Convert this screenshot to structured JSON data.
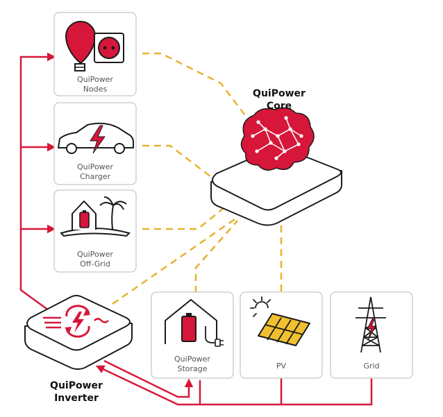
{
  "colors": {
    "accent_red": "#d6173a",
    "link_yellow": "#e6b22e",
    "card_border": "#c8c8c8",
    "device_outline": "#1a1a1a",
    "panel_gold": "#f0c030"
  },
  "core": {
    "line1": "QuiPower",
    "line2": "Core",
    "icon": "brain-circuit-icon"
  },
  "inverter": {
    "line1": "QuiPower",
    "line2": "Inverter",
    "icon": "power-cycle-icon"
  },
  "nodes": {
    "line1": "QuiPower",
    "line2": "Nodes",
    "icons": [
      "light-bulb-icon",
      "power-socket-icon"
    ]
  },
  "charger": {
    "line1": "QuiPower",
    "line2": "Charger",
    "icon": "electric-car-icon"
  },
  "offgrid": {
    "line1": "QuiPower",
    "line2": "Off-Grid",
    "icon": "island-house-icon"
  },
  "storage": {
    "line1": "QuiPower",
    "line2": "Storage",
    "icon": "house-battery-icon"
  },
  "pv": {
    "label": "PV",
    "icon": "solar-panel-icon"
  },
  "grid": {
    "label": "Grid",
    "icon": "pylon-icon"
  }
}
